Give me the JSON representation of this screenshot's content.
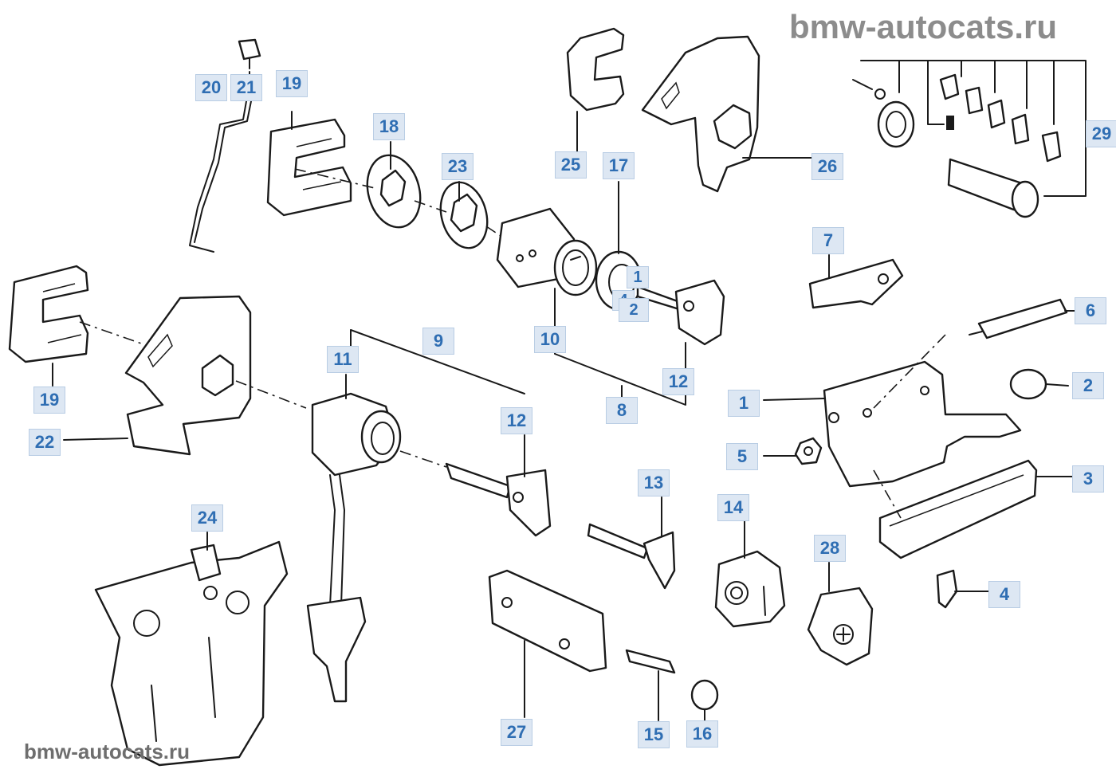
{
  "watermark": {
    "top": "bmw-autocats.ru",
    "bottom": "bmw-autocats.ru"
  },
  "callouts": [
    {
      "id": "c20",
      "text": "20"
    },
    {
      "id": "c21",
      "text": "21"
    },
    {
      "id": "c19a",
      "text": "19"
    },
    {
      "id": "c18",
      "text": "18"
    },
    {
      "id": "c23",
      "text": "23"
    },
    {
      "id": "c25",
      "text": "25"
    },
    {
      "id": "c17",
      "text": "17"
    },
    {
      "id": "c26",
      "text": "26"
    },
    {
      "id": "c29",
      "text": "29"
    },
    {
      "id": "c7",
      "text": "7"
    },
    {
      "id": "c6",
      "text": "6"
    },
    {
      "id": "c2a",
      "text": "2"
    },
    {
      "id": "c1a",
      "text": "1"
    },
    {
      "id": "c5",
      "text": "5"
    },
    {
      "id": "c3",
      "text": "3"
    },
    {
      "id": "c4a",
      "text": "4"
    },
    {
      "id": "c19b",
      "text": "19"
    },
    {
      "id": "c22",
      "text": "22"
    },
    {
      "id": "c9",
      "text": "9"
    },
    {
      "id": "c11",
      "text": "11"
    },
    {
      "id": "c12a",
      "text": "12"
    },
    {
      "id": "c10",
      "text": "10"
    },
    {
      "id": "c12b",
      "text": "12"
    },
    {
      "id": "c8",
      "text": "8"
    },
    {
      "id": "c1b",
      "text": "1"
    },
    {
      "id": "c4b",
      "text": "4"
    },
    {
      "id": "c2b",
      "text": "2"
    },
    {
      "id": "c13",
      "text": "13"
    },
    {
      "id": "c14",
      "text": "14"
    },
    {
      "id": "c28",
      "text": "28"
    },
    {
      "id": "c24",
      "text": "24"
    },
    {
      "id": "c27",
      "text": "27"
    },
    {
      "id": "c15",
      "text": "15"
    },
    {
      "id": "c16",
      "text": "16"
    }
  ]
}
